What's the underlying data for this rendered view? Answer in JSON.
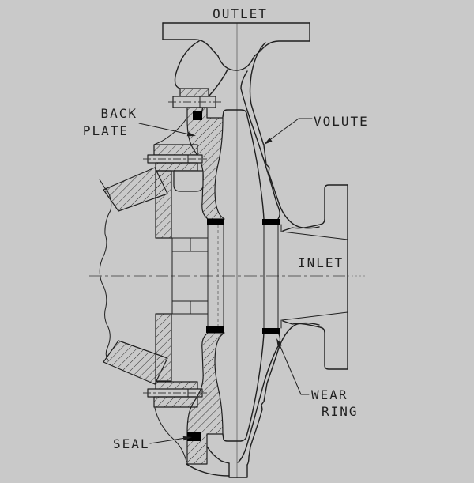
{
  "diagram": {
    "type": "engineering-cross-section",
    "subject": "centrifugal pump",
    "labels": {
      "outlet": "OUTLET",
      "back_plate_1": "BACK",
      "back_plate_2": "PLATE",
      "volute": "VOLUTE",
      "inlet": "INLET",
      "wear_ring_1": "WEAR",
      "wear_ring_2": "RING",
      "seal": "SEAL"
    }
  },
  "colors": {
    "background": "#c9c9c9",
    "line": "#1f1f1f",
    "centerline": "#8f8f8f",
    "hatch": "#2f2f2f",
    "black_fill": "#000000"
  }
}
